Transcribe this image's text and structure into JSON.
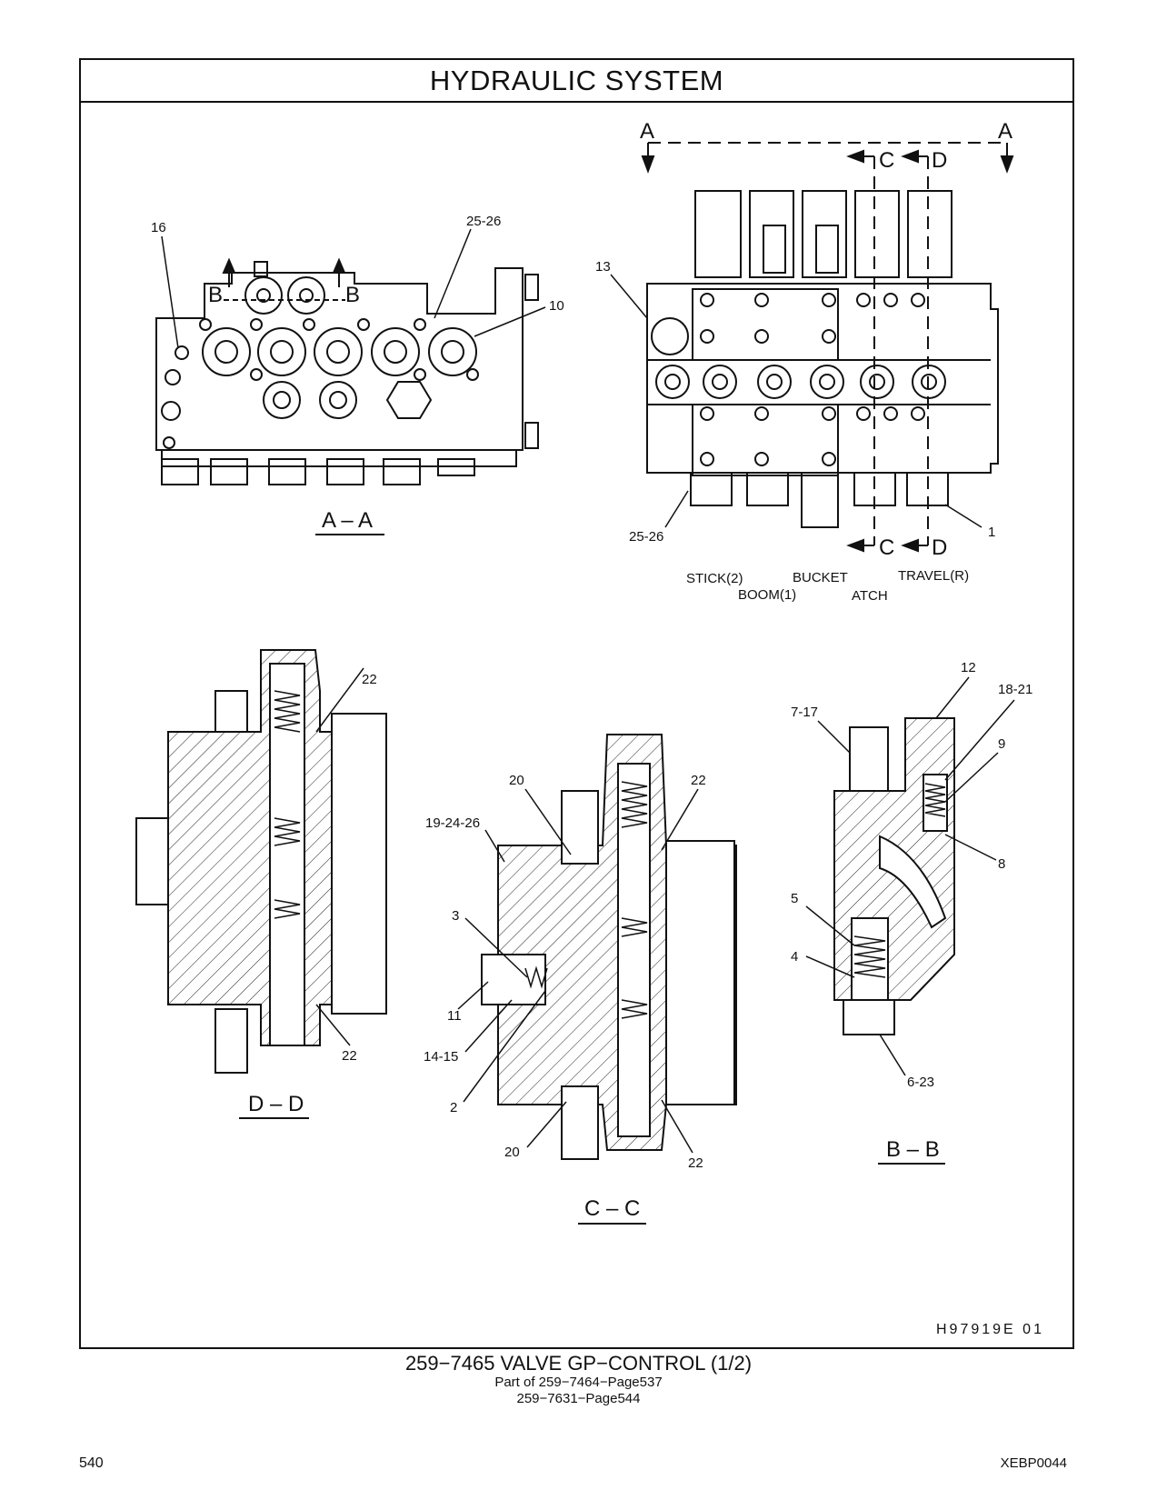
{
  "header": {
    "title": "HYDRAULIC   SYSTEM"
  },
  "views": {
    "a_a": {
      "caption": "A – A",
      "callouts": [
        "16",
        "25-26",
        "10",
        "B",
        "B"
      ]
    },
    "front": {
      "callouts": [
        "13",
        "25-26",
        "1"
      ],
      "cut_a_left": "A",
      "cut_a_right": "A",
      "cut_c_top": "C",
      "cut_d_top": "D",
      "cut_c_bottom": "C",
      "cut_d_bottom": "D",
      "sections": [
        "STICK(2)",
        "BOOM(1)",
        "BUCKET",
        "ATCH",
        "TRAVEL(R)"
      ]
    },
    "d_d": {
      "caption": "D – D",
      "callouts": [
        "22",
        "22"
      ]
    },
    "c_c": {
      "caption": "C – C",
      "callouts": [
        "20",
        "22",
        "19-24-26",
        "3",
        "11",
        "14-15",
        "2",
        "20",
        "22"
      ]
    },
    "b_b": {
      "caption": "B – B",
      "callouts": [
        "12",
        "18-21",
        "7-17",
        "9",
        "8",
        "5",
        "4",
        "6-23"
      ]
    }
  },
  "illustration_code": "H97919E   01",
  "footer": {
    "title": "259−7465   VALVE   GP−CONTROL (1/2)",
    "part_of": "Part of 259−7464−Page537",
    "ref2": "259−7631−Page544",
    "page_number": "540",
    "doc_code": "XEBP0044"
  }
}
